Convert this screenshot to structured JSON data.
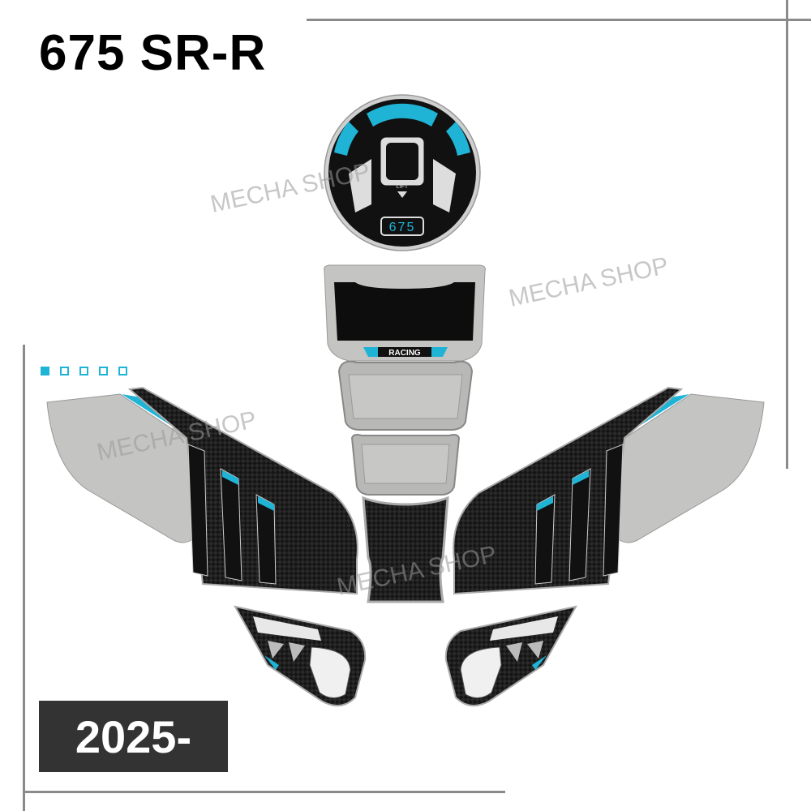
{
  "title": "675 SR-R",
  "year": "2025-",
  "watermark": "MECHA SHOP",
  "cap_label": "675",
  "lift_label": "LIFT",
  "racing_label": "RACING",
  "colors": {
    "accent": "#1fb4d6",
    "panel_grey": "#c4c4c2",
    "carbon": "#1a1a1a",
    "badge_bg": "#333333"
  },
  "swatches": [
    true,
    false,
    false,
    false,
    false
  ]
}
